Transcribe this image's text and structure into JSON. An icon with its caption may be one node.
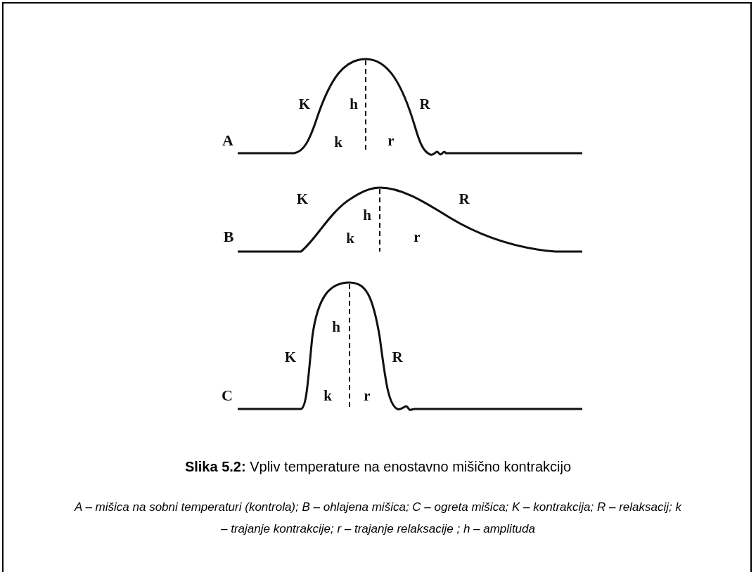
{
  "diagram": {
    "title": "**Slika 5.2:** Vpliv temperature na enostavno mišično kontrakcijo",
    "caption": "A – mišica na sobni temperaturi (kontrola); B – ohlajena mišica; C – ogreta mišica; K – kontrakcija; R – relaksacij; k – trajanje kontrakcije; r – trajanje relaksacije ; h – amplituda",
    "labels": [
      "K",
      "h",
      "R",
      "A",
      "k",
      "r",
      "K",
      "R",
      "h",
      "B",
      "k",
      "r",
      "h",
      "K",
      "R",
      "C",
      "k",
      "r"
    ]
  }
}
